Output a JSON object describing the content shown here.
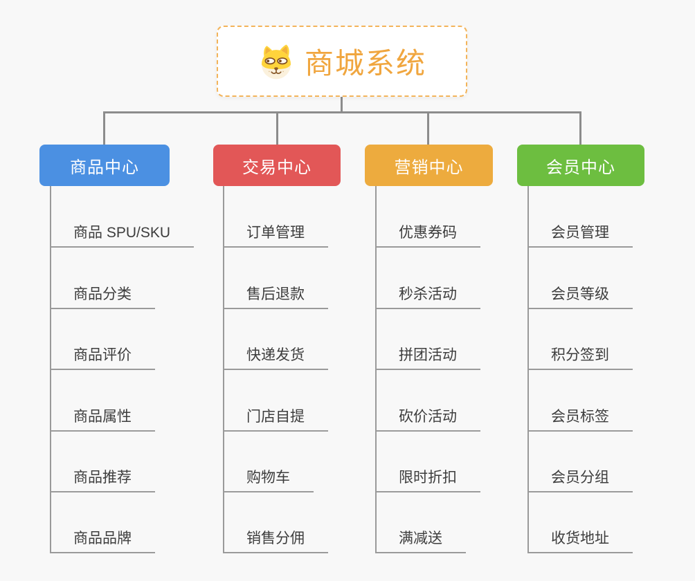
{
  "root": {
    "title": "商城系统",
    "title_color": "#f0a63f",
    "border_color": "#f3b45a",
    "icon": "dog-face-icon"
  },
  "branches": [
    {
      "label": "商品中心",
      "color": "#4b90e2",
      "children": [
        "商品 SPU/SKU",
        "商品分类",
        "商品评价",
        "商品属性",
        "商品推荐",
        "商品品牌"
      ]
    },
    {
      "label": "交易中心",
      "color": "#e25757",
      "children": [
        "订单管理",
        "售后退款",
        "快递发货",
        "门店自提",
        "购物车",
        "销售分佣"
      ]
    },
    {
      "label": "营销中心",
      "color": "#edab3e",
      "children": [
        "优惠券码",
        "秒杀活动",
        "拼团活动",
        "砍价活动",
        "限时折扣",
        "满减送"
      ]
    },
    {
      "label": "会员中心",
      "color": "#6dbe40",
      "children": [
        "会员管理",
        "会员等级",
        "积分签到",
        "会员标签",
        "会员分组",
        "收货地址"
      ]
    }
  ]
}
